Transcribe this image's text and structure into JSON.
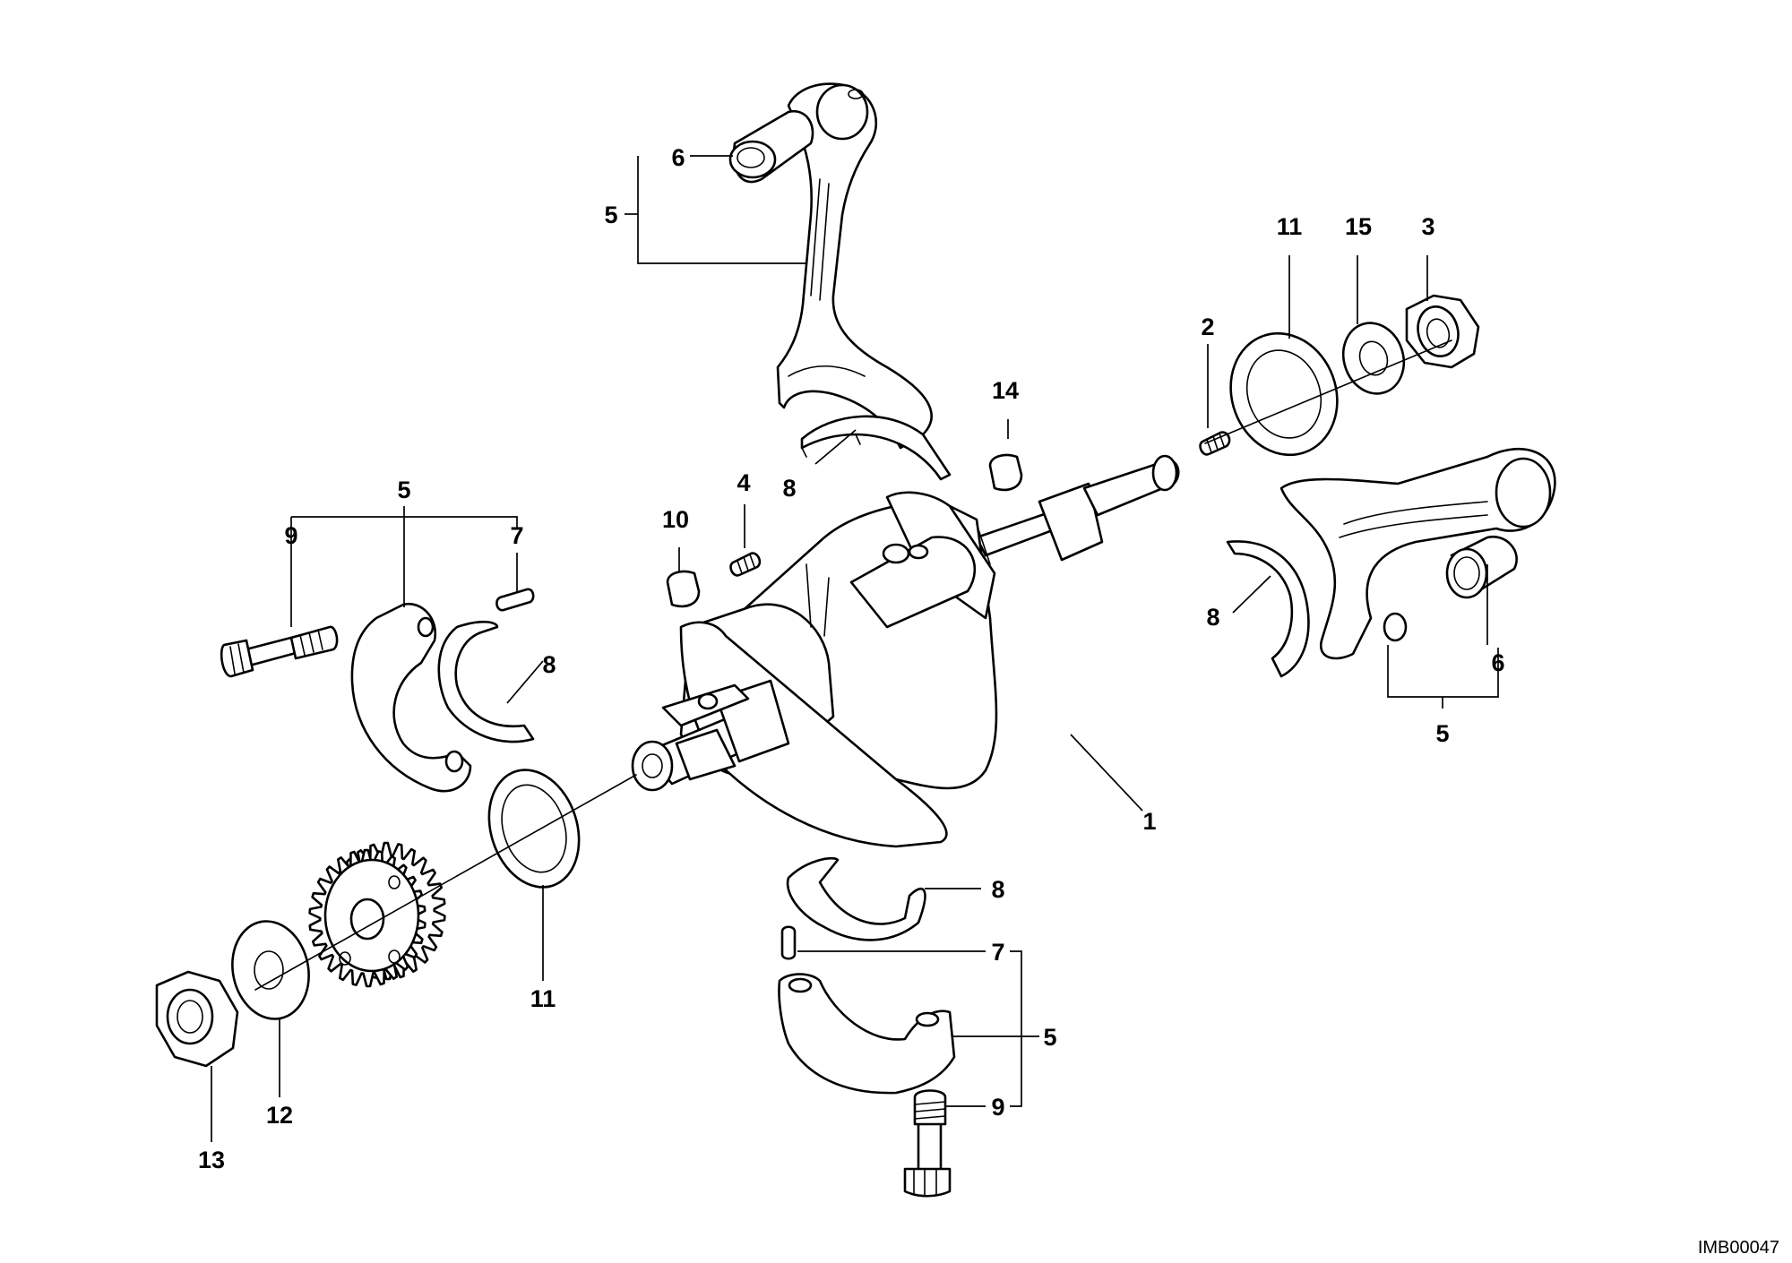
{
  "diagram": {
    "reference_code": "IMB00047",
    "callouts": [
      {
        "id": "c1",
        "label": "1"
      },
      {
        "id": "c2",
        "label": "2"
      },
      {
        "id": "c3",
        "label": "3"
      },
      {
        "id": "c4",
        "label": "4"
      },
      {
        "id": "c5a",
        "label": "5"
      },
      {
        "id": "c5b",
        "label": "5"
      },
      {
        "id": "c5c",
        "label": "5"
      },
      {
        "id": "c5d",
        "label": "5"
      },
      {
        "id": "c6a",
        "label": "6"
      },
      {
        "id": "c6b",
        "label": "6"
      },
      {
        "id": "c7a",
        "label": "7"
      },
      {
        "id": "c7b",
        "label": "7"
      },
      {
        "id": "c8a",
        "label": "8"
      },
      {
        "id": "c8b",
        "label": "8"
      },
      {
        "id": "c8c",
        "label": "8"
      },
      {
        "id": "c8d",
        "label": "8"
      },
      {
        "id": "c9a",
        "label": "9"
      },
      {
        "id": "c9b",
        "label": "9"
      },
      {
        "id": "c10",
        "label": "10"
      },
      {
        "id": "c11a",
        "label": "11"
      },
      {
        "id": "c11b",
        "label": "11"
      },
      {
        "id": "c12",
        "label": "12"
      },
      {
        "id": "c13",
        "label": "13"
      },
      {
        "id": "c14",
        "label": "14"
      },
      {
        "id": "c15",
        "label": "15"
      }
    ]
  }
}
